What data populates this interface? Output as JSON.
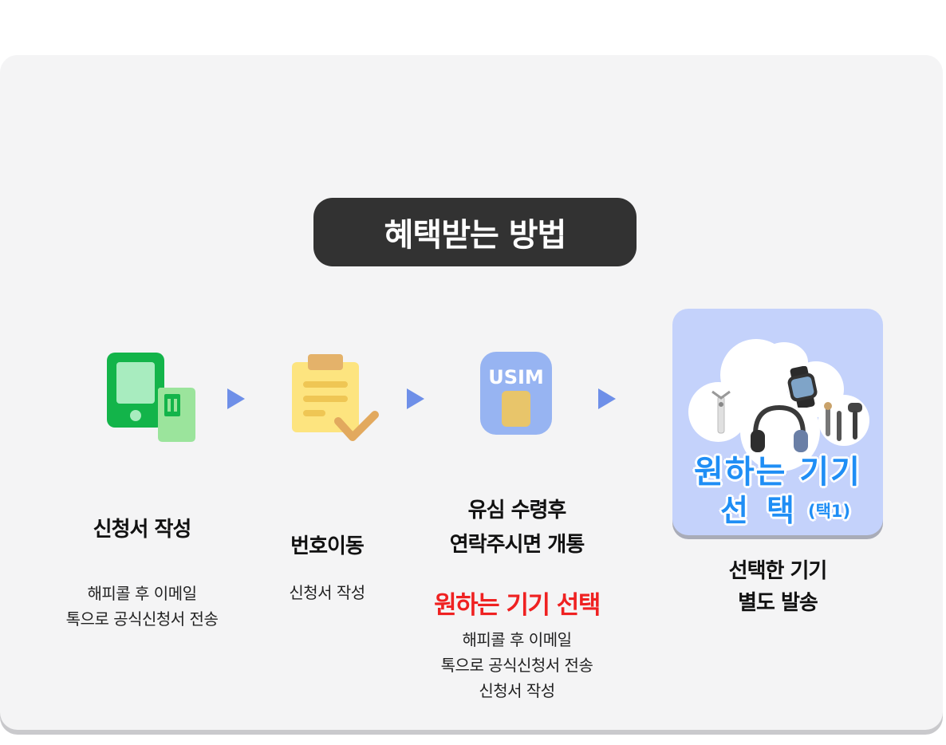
{
  "header": {
    "title": "혜택받는 방법"
  },
  "steps": [
    {
      "title": "신청서 작성",
      "desc": [
        "해피콜 후 이메일",
        "톡으로 공식신청서 전송"
      ]
    },
    {
      "title": "번호이동",
      "desc": [
        "신청서 작성"
      ]
    },
    {
      "title": [
        "유심 수령후",
        "연락주시면 개통"
      ],
      "highlight": "원하는 기기 선택",
      "desc": [
        "해피콜 후 이메일",
        "톡으로 공식신청서 전송",
        "신청서 작성"
      ]
    },
    {
      "title": [
        "선택한 기기",
        "별도 발송"
      ]
    }
  ],
  "usim_label": "USIM",
  "device_box": {
    "line1": "원하는 기기",
    "line2a": "선",
    "line2b": "택",
    "badge": "(택1)"
  },
  "colors": {
    "accent_blue": "#6e8fe8",
    "highlight_red": "#ef2121",
    "device_text": "#1f8ef5"
  }
}
